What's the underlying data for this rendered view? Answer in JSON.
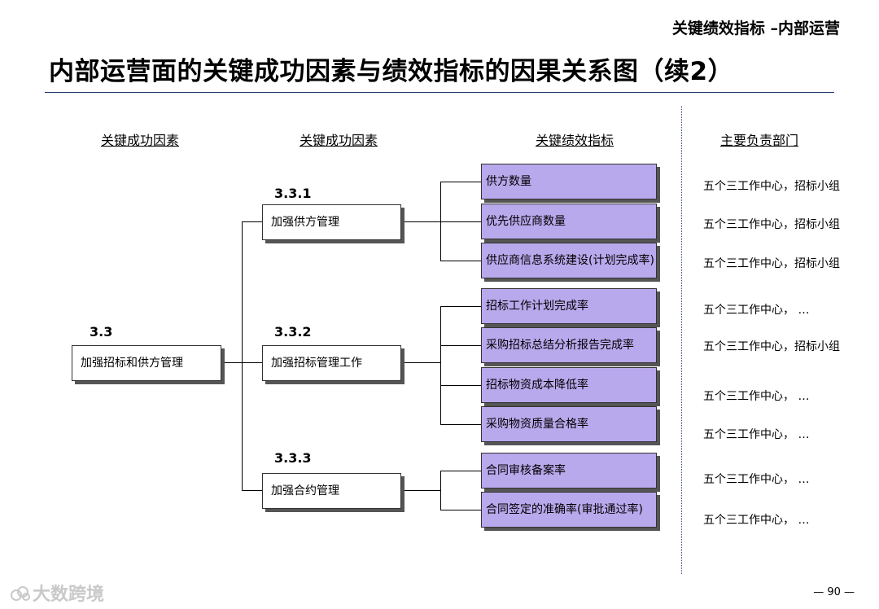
{
  "header": {
    "top_right": "关键绩效指标 –内部运营",
    "title": "内部运营面的关键成功因素与绩效指标的因果关系图（续2）"
  },
  "columns": {
    "csf1": "关键成功因素",
    "csf2": "关键成功因素",
    "kpi": "关键绩效指标",
    "dept": "主要负责部门"
  },
  "root": {
    "code": "3.3",
    "label": "加强招标和供方管理"
  },
  "groups": [
    {
      "code": "3.3.1",
      "label": "加强供方管理",
      "kpis": [
        {
          "label": "供方数量",
          "dept": "五个三工作中心，招标小组"
        },
        {
          "label": "优先供应商数量",
          "dept": "五个三工作中心，招标小组"
        },
        {
          "label": "供应商信息系统建设(计划完成率)",
          "dept": "五个三工作中心，招标小组"
        }
      ]
    },
    {
      "code": "3.3.2",
      "label": "加强招标管理工作",
      "kpis": [
        {
          "label": "招标工作计划完成率",
          "dept": "五个三工作中心， …"
        },
        {
          "label": "采购招标总结分析报告完成率",
          "dept": "五个三工作中心，招标小组"
        },
        {
          "label": "招标物资成本降低率",
          "dept": "五个三工作中心， …"
        },
        {
          "label": "采购物资质量合格率",
          "dept": "五个三工作中心， …"
        }
      ]
    },
    {
      "code": "3.3.3",
      "label": "加强合约管理",
      "kpis": [
        {
          "label": "合同审核备案率",
          "dept": "五个三工作中心， …"
        },
        {
          "label": "合同签定的准确率(审批通过率)",
          "dept": "五个三工作中心， …"
        }
      ]
    }
  ],
  "footer": {
    "watermark": "大数跨境",
    "watermark_icon": "cloud-logo-icon",
    "page_number": "— 90 —"
  }
}
